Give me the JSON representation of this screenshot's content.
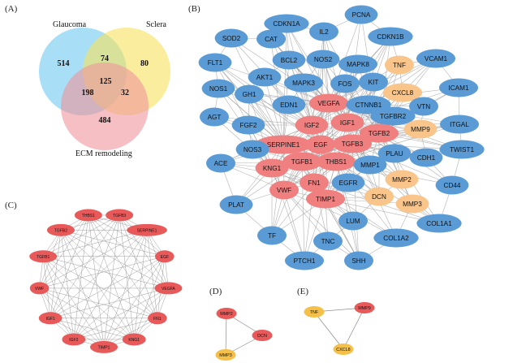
{
  "panels": {
    "A": "(A)",
    "B": "(B)",
    "C": "(C)",
    "D": "(D)",
    "E": "(E)"
  },
  "venn": {
    "sets": [
      "Glaucoma",
      "Sclera",
      "ECM remodeling"
    ],
    "colors": [
      "#6EC8F0",
      "#F7E25E",
      "#F0949C"
    ],
    "regions": {
      "glaucoma_only": "514",
      "sclera_only": "80",
      "ecm_only": "484",
      "glaucoma_sclera": "74",
      "glaucoma_ecm": "198",
      "sclera_ecm": "32",
      "all": "125"
    }
  },
  "colors": {
    "blue": "#5B9BD5",
    "red": "#F08080",
    "orange": "#F9C58B",
    "node_red_small": "#E85A5A",
    "node_orange_small": "#F5C04A",
    "edge": "#9A9A9A"
  },
  "networkB": {
    "nodes": [
      {
        "id": "PCNA",
        "label": "PCNA",
        "group": "blue"
      },
      {
        "id": "CDKN1A",
        "label": "CDKN1A",
        "group": "blue"
      },
      {
        "id": "IL2",
        "label": "IL2",
        "group": "blue"
      },
      {
        "id": "CDKN1B",
        "label": "CDKN1B",
        "group": "blue"
      },
      {
        "id": "SOD2",
        "label": "SOD2",
        "group": "blue"
      },
      {
        "id": "CAT",
        "label": "CAT",
        "group": "blue"
      },
      {
        "id": "BCL2",
        "label": "BCL2",
        "group": "blue"
      },
      {
        "id": "NOS2",
        "label": "NOS2",
        "group": "blue"
      },
      {
        "id": "MAPK8",
        "label": "MAPK8",
        "group": "blue"
      },
      {
        "id": "TNF",
        "label": "TNF",
        "group": "orange"
      },
      {
        "id": "VCAM1",
        "label": "VCAM1",
        "group": "blue"
      },
      {
        "id": "FLT1",
        "label": "FLT1",
        "group": "blue"
      },
      {
        "id": "AKT1",
        "label": "AKT1",
        "group": "blue"
      },
      {
        "id": "MAPK3",
        "label": "MAPK3",
        "group": "blue"
      },
      {
        "id": "FOS",
        "label": "FOS",
        "group": "blue"
      },
      {
        "id": "KIT",
        "label": "KIT",
        "group": "blue"
      },
      {
        "id": "CXCL8",
        "label": "CXCL8",
        "group": "orange"
      },
      {
        "id": "ICAM1",
        "label": "ICAM1",
        "group": "blue"
      },
      {
        "id": "NOS1",
        "label": "NOS1",
        "group": "blue"
      },
      {
        "id": "GH1",
        "label": "GH1",
        "group": "blue"
      },
      {
        "id": "EDN1",
        "label": "EDN1",
        "group": "blue"
      },
      {
        "id": "VEGFA",
        "label": "VEGFA",
        "group": "red"
      },
      {
        "id": "CTNNB1",
        "label": "CTNNB1",
        "group": "blue"
      },
      {
        "id": "VTN",
        "label": "VTN",
        "group": "blue"
      },
      {
        "id": "AGT",
        "label": "AGT",
        "group": "blue"
      },
      {
        "id": "TGFBR2",
        "label": "TGFBR2",
        "group": "blue"
      },
      {
        "id": "IGF2",
        "label": "IGF2",
        "group": "red"
      },
      {
        "id": "IGF1",
        "label": "IGF1",
        "group": "red"
      },
      {
        "id": "FGF2",
        "label": "FGF2",
        "group": "blue"
      },
      {
        "id": "TGFB2",
        "label": "TGFB2",
        "group": "red"
      },
      {
        "id": "MMP9",
        "label": "MMP9",
        "group": "orange"
      },
      {
        "id": "ITGAL",
        "label": "ITGAL",
        "group": "blue"
      },
      {
        "id": "SERPINE1",
        "label": "SERPINE1",
        "group": "red"
      },
      {
        "id": "EGF",
        "label": "EGF",
        "group": "red"
      },
      {
        "id": "TGFB3",
        "label": "TGFB3",
        "group": "red"
      },
      {
        "id": "NOS3",
        "label": "NOS3",
        "group": "blue"
      },
      {
        "id": "PLAU",
        "label": "PLAU",
        "group": "blue"
      },
      {
        "id": "CDH1",
        "label": "CDH1",
        "group": "blue"
      },
      {
        "id": "TWIST1",
        "label": "TWIST1",
        "group": "blue"
      },
      {
        "id": "ACE",
        "label": "ACE",
        "group": "blue"
      },
      {
        "id": "TGFB1",
        "label": "TGFB1",
        "group": "red"
      },
      {
        "id": "THBS1",
        "label": "THBS1",
        "group": "red"
      },
      {
        "id": "KNG1",
        "label": "KNG1",
        "group": "red"
      },
      {
        "id": "MMP1",
        "label": "MMP1",
        "group": "blue"
      },
      {
        "id": "CD44",
        "label": "CD44",
        "group": "blue"
      },
      {
        "id": "MMP2",
        "label": "MMP2",
        "group": "orange"
      },
      {
        "id": "VWF",
        "label": "VWF",
        "group": "red"
      },
      {
        "id": "FN1",
        "label": "FN1",
        "group": "red"
      },
      {
        "id": "EGFR",
        "label": "EGFR",
        "group": "blue"
      },
      {
        "id": "PLAT",
        "label": "PLAT",
        "group": "blue"
      },
      {
        "id": "TIMP1",
        "label": "TIMP1",
        "group": "red"
      },
      {
        "id": "DCN",
        "label": "DCN",
        "group": "orange"
      },
      {
        "id": "MMP3",
        "label": "MMP3",
        "group": "orange"
      },
      {
        "id": "LUM",
        "label": "LUM",
        "group": "blue"
      },
      {
        "id": "COL1A1",
        "label": "COL1A1",
        "group": "blue"
      },
      {
        "id": "TF",
        "label": "TF",
        "group": "blue"
      },
      {
        "id": "TNC",
        "label": "TNC",
        "group": "blue"
      },
      {
        "id": "COL1A2",
        "label": "COL1A2",
        "group": "blue"
      },
      {
        "id": "PTCH1",
        "label": "PTCH1",
        "group": "blue"
      },
      {
        "id": "SHH",
        "label": "SHH",
        "group": "blue"
      }
    ]
  },
  "networkC": {
    "nodes": [
      "THBS1",
      "TGFB3",
      "SERPINE1",
      "EGF",
      "VEGFA",
      "FN1",
      "KNG1",
      "TIMP1",
      "IGF2",
      "IGF1",
      "VWF",
      "TGFB1",
      "TGFB2"
    ]
  },
  "networkD": {
    "nodes": [
      {
        "id": "MMP2",
        "label": "MMP2",
        "group": "red"
      },
      {
        "id": "DCN",
        "label": "DCN",
        "group": "red"
      },
      {
        "id": "MMP3",
        "label": "MMP3",
        "group": "orange"
      }
    ]
  },
  "networkE": {
    "nodes": [
      {
        "id": "TNF",
        "label": "TNF",
        "group": "orange"
      },
      {
        "id": "MMP9",
        "label": "MMP9",
        "group": "red"
      },
      {
        "id": "CXCL8",
        "label": "CXCL8",
        "group": "orange"
      }
    ]
  }
}
